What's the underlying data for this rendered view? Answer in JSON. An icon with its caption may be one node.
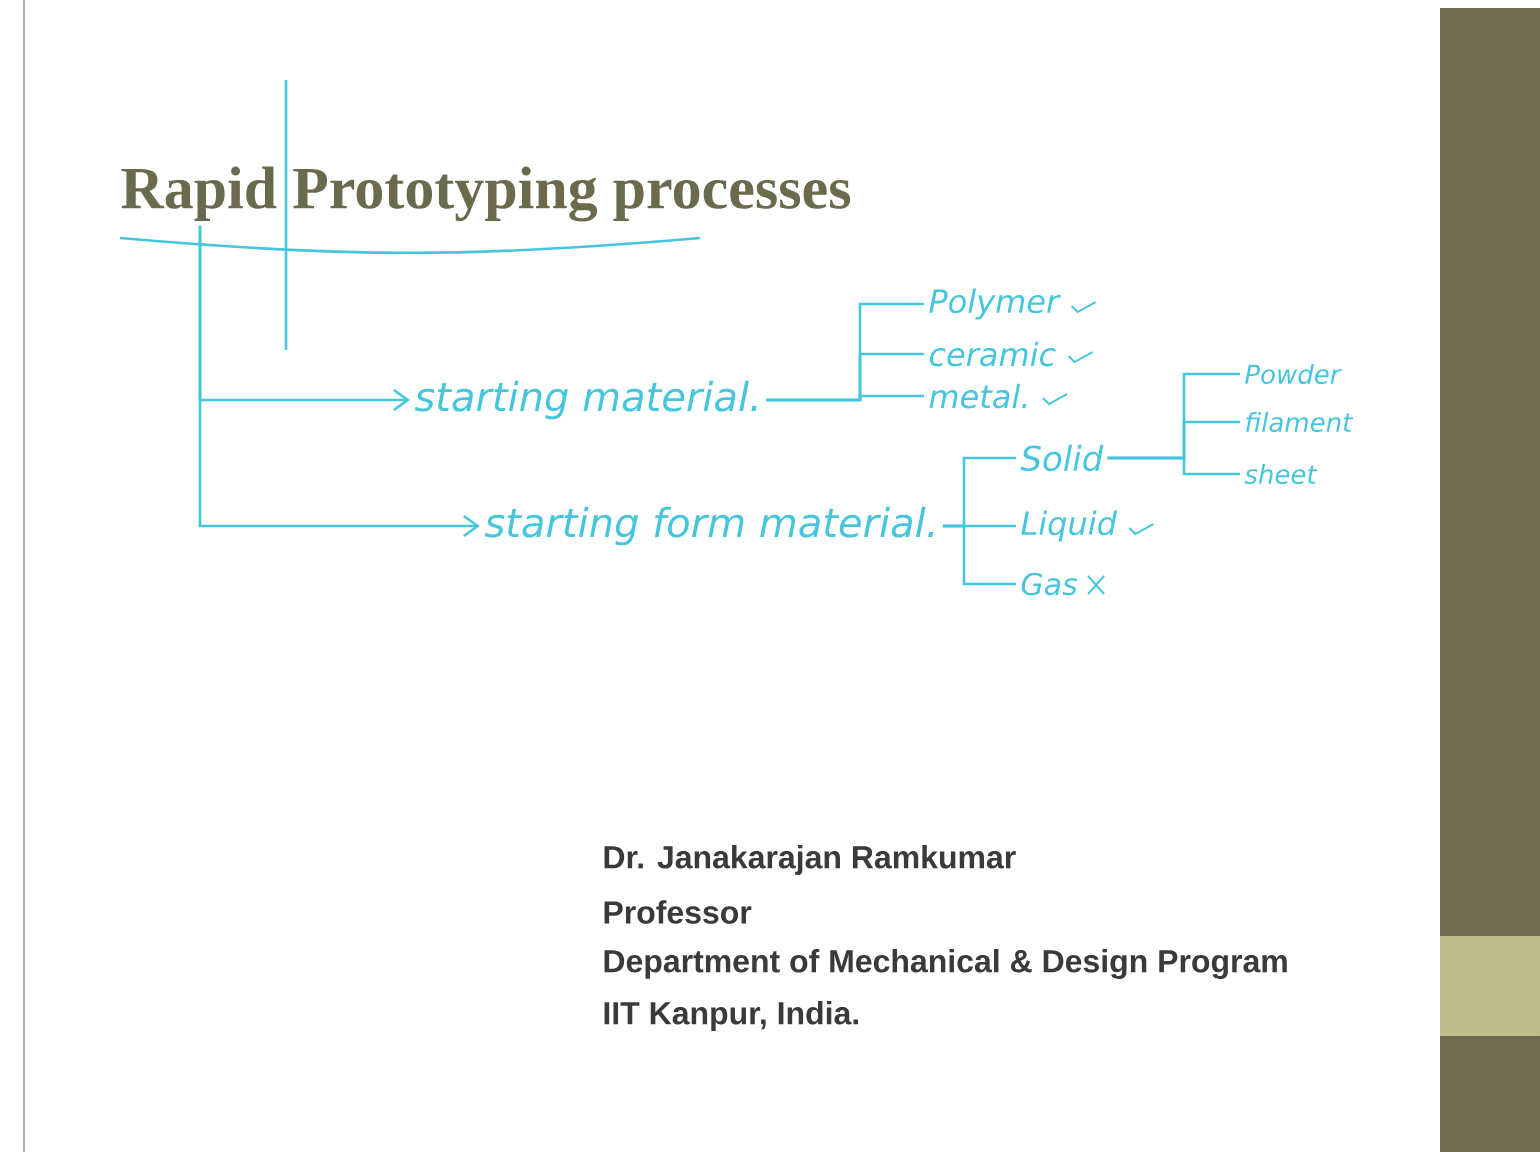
{
  "diagram": {
    "nodes": [
      {
        "text": [
          "Rapid Prototyping processes"
        ]
      },
      {
        "text": [
          "starting material."
        ]
      },
      {
        "text": [
          "starting form material."
        ]
      },
      {
        "text": [
          "Polymer"
        ]
      },
      {
        "text": [
          "ceramic"
        ]
      },
      {
        "text": [
          "metal."
        ]
      },
      {
        "text": [
          "Solid"
        ]
      },
      {
        "text": [
          "Liquid"
        ]
      },
      {
        "text": [
          "Gas"
        ]
      },
      {
        "text": [
          "Powder"
        ]
      },
      {
        "text": [
          "filament"
        ]
      },
      {
        "text": [
          "sheet"
        ]
      }
    ],
    "edges": [
      {
        "from": 0,
        "to": 1,
        "arrow": "to"
      },
      {
        "from": 0,
        "to": 2,
        "arrow": "to"
      },
      {
        "from": 1,
        "to": 3,
        "arrow": "none"
      },
      {
        "from": 1,
        "to": 4,
        "arrow": "none"
      },
      {
        "from": 1,
        "to": 5,
        "arrow": "none"
      },
      {
        "from": 2,
        "to": 6,
        "arrow": "none"
      },
      {
        "from": 2,
        "to": 7,
        "arrow": "none"
      },
      {
        "from": 2,
        "to": 8,
        "arrow": "none"
      },
      {
        "from": 6,
        "to": 9,
        "arrow": "none"
      },
      {
        "from": 6,
        "to": 10,
        "arrow": "none"
      },
      {
        "from": 6,
        "to": 11,
        "arrow": "none"
      }
    ],
    "labels": [
      "Dr. Janakarajan Ramkumar",
      "Professor",
      "Department of Mechanical & Design Program",
      "IIT Kanpur,  India."
    ]
  }
}
